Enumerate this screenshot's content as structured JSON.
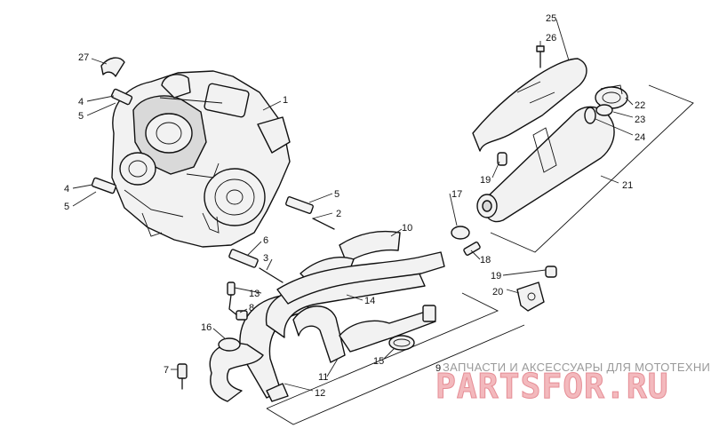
{
  "callouts": {
    "c1": "1",
    "c2": "2",
    "c3": "3",
    "c4a": "4",
    "c4b": "4",
    "c5a": "5",
    "c5b": "5",
    "c5c": "5",
    "c6": "6",
    "c7": "7",
    "c8": "8",
    "c9": "9",
    "c10": "10",
    "c11": "11",
    "c12": "12",
    "c13": "13",
    "c14": "14",
    "c15": "15",
    "c16": "16",
    "c17": "17",
    "c18": "18",
    "c19a": "19",
    "c19b": "19",
    "c20": "20",
    "c21": "21",
    "c22": "22",
    "c23": "23",
    "c24": "24",
    "c25": "25",
    "c26": "26",
    "c27": "27"
  },
  "watermark": {
    "caption": "ЗАПЧАСТИ И АКСЕССУАРЫ ДЛЯ МОТОТЕХНИКИ",
    "logo": "PARTSFOR.RU"
  }
}
